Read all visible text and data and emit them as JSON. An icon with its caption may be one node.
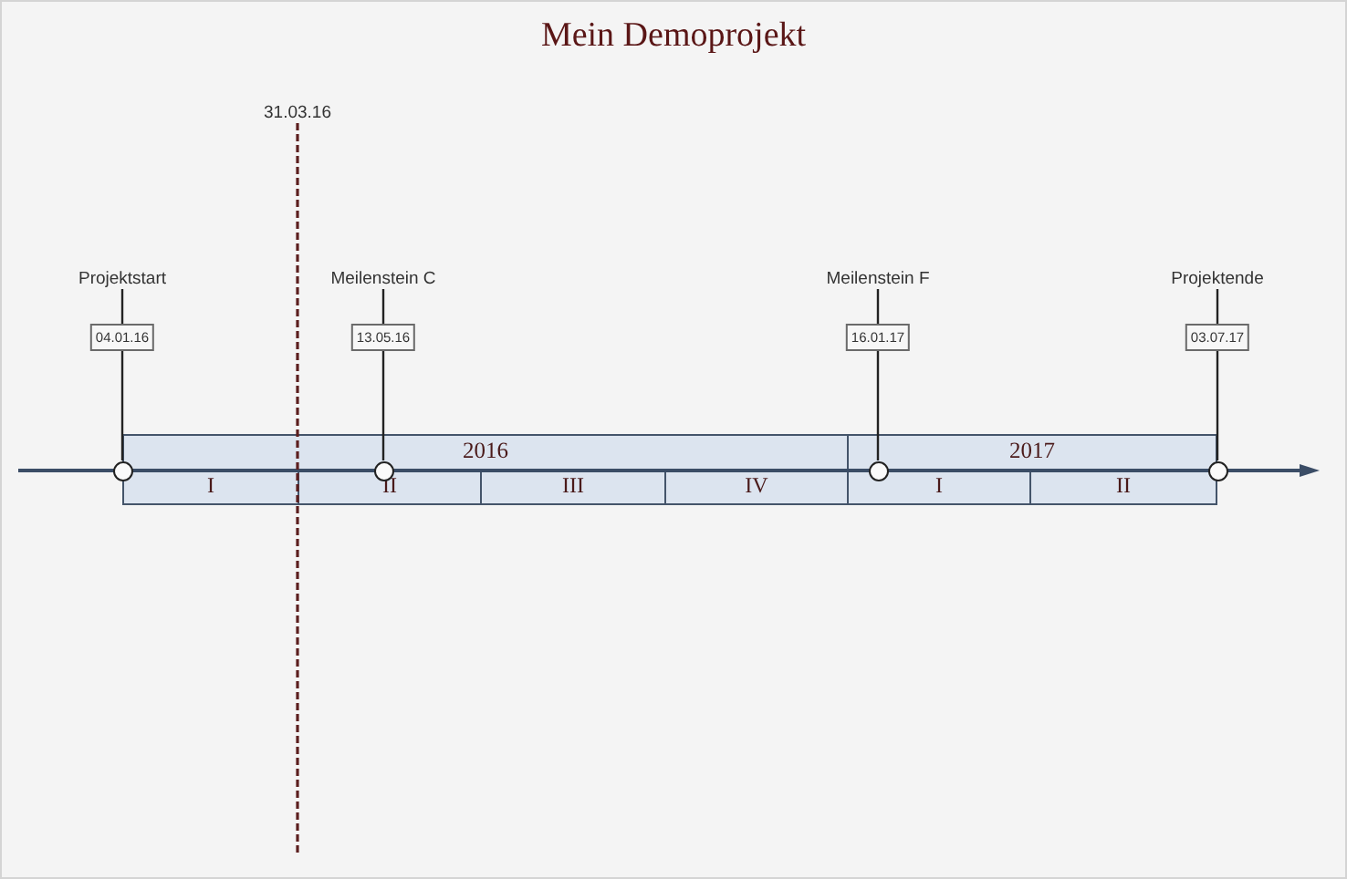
{
  "diagram": {
    "title": "Mein Demoprojekt",
    "nodes": [
      {
        "text": [
          "31.03.16"
        ]
      },
      {
        "text": [
          "Projektstart"
        ]
      },
      {
        "text": [
          "Meilenstein C"
        ]
      },
      {
        "text": [
          "Meilenstein F"
        ]
      },
      {
        "text": [
          "Projektende"
        ]
      },
      {
        "text": [
          "04.01.16"
        ]
      },
      {
        "text": [
          "13.05.16"
        ]
      },
      {
        "text": [
          "16.01.17"
        ]
      },
      {
        "text": [
          "03.07.17"
        ]
      },
      {
        "text": [
          "2016"
        ]
      },
      {
        "text": [
          "2017"
        ]
      },
      {
        "text": [],
        "shape": "circle"
      },
      {
        "text": [],
        "shape": "circle"
      },
      {
        "text": [],
        "shape": "circle"
      },
      {
        "text": [],
        "shape": "circle"
      },
      {
        "text": [
          "I"
        ]
      },
      {
        "text": [
          "II"
        ]
      },
      {
        "text": [
          "III"
        ]
      },
      {
        "text": [
          "IV"
        ]
      },
      {
        "text": [
          "I"
        ]
      },
      {
        "text": [
          "II"
        ]
      }
    ],
    "edges": [
      {
        "from": 0,
        "to": null,
        "arrow": "none",
        "style": "dashed",
        "color": "#5c1f1f"
      },
      {
        "from": 1,
        "to": 5,
        "arrow": "none"
      },
      {
        "from": 2,
        "to": 6,
        "arrow": "none"
      },
      {
        "from": 3,
        "to": 7,
        "arrow": "none"
      },
      {
        "from": 4,
        "to": 8,
        "arrow": "none"
      },
      {
        "from": 5,
        "to": 11,
        "arrow": "none"
      },
      {
        "from": 6,
        "to": 12,
        "arrow": "none"
      },
      {
        "from": 7,
        "to": 13,
        "arrow": "none"
      },
      {
        "from": 8,
        "to": 14,
        "arrow": "none"
      }
    ]
  }
}
